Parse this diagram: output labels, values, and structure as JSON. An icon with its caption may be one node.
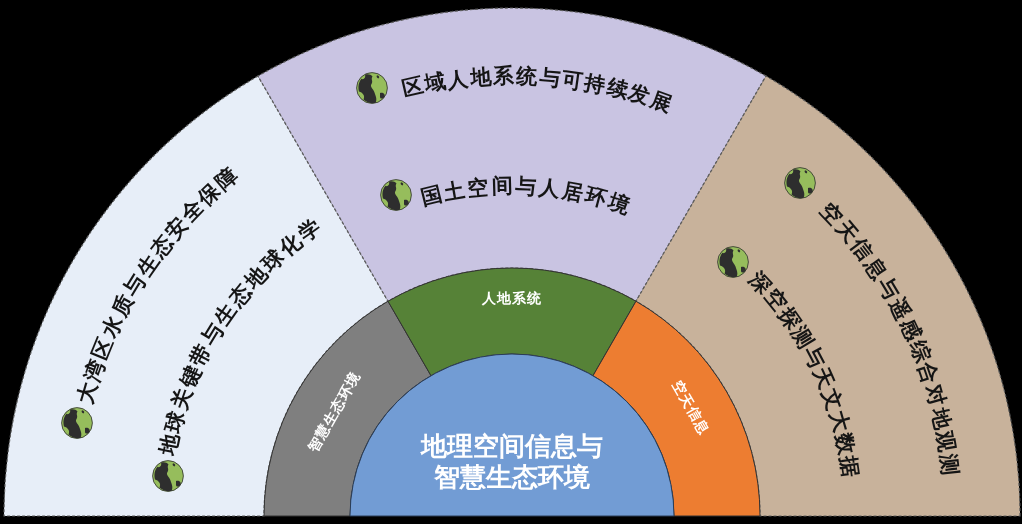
{
  "diagram": {
    "nodes": [
      {
        "text": [
          "地理空间信息与智慧生态环境"
        ]
      },
      {
        "text": [
          "智慧生态环境"
        ]
      },
      {
        "text": [
          "人地系统"
        ]
      },
      {
        "text": [
          "空天信息"
        ]
      },
      {
        "text": [
          "大湾区水质与生态安全保障",
          "地球关键带与生态地球化学"
        ]
      },
      {
        "text": [
          "区域人地系统与可持续发展",
          "国土空间与人居环境"
        ]
      },
      {
        "text": [
          "空天信息与遥感综合对地观测",
          "深空探测与天文大数据"
        ]
      }
    ]
  }
}
